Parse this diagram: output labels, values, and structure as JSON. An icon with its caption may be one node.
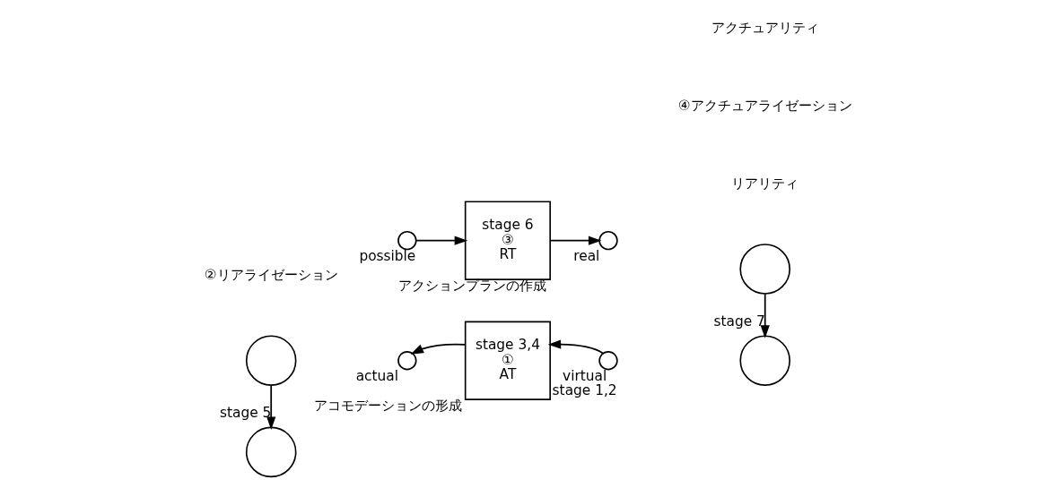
{
  "diagram": {
    "nodes": [
      {
        "text": [],
        "shape": "circle"
      },
      {
        "text": [],
        "shape": "circle",
        "beside": [
          "possible"
        ]
      },
      {
        "text": [
          "stage 6",
          "③",
          "RT"
        ],
        "beside": [
          "アクションプランの作成"
        ]
      },
      {
        "text": [],
        "shape": "circle",
        "beside": [
          "real"
        ]
      },
      {
        "text": [],
        "shape": "circle"
      },
      {
        "text": [],
        "shape": "circle"
      },
      {
        "text": [],
        "shape": "circle",
        "beside": [
          "virtual",
          "stage 1,2"
        ]
      },
      {
        "text": [
          "stage 3,4",
          "①",
          "AT"
        ],
        "beside": [
          "アコモデーションの形成"
        ]
      },
      {
        "text": [],
        "shape": "circle",
        "beside": [
          "actual"
        ]
      },
      {
        "text": [],
        "shape": "circle"
      }
    ],
    "edges": [
      {
        "from": 1,
        "to": 2,
        "arrow": "to"
      },
      {
        "from": 2,
        "to": 3,
        "arrow": "to"
      },
      {
        "from": 4,
        "to": 5,
        "arrow": "to",
        "label": "stage 7"
      },
      {
        "from": 6,
        "to": 7,
        "arrow": "to"
      },
      {
        "from": 7,
        "to": 8,
        "arrow": "to"
      },
      {
        "from": 9,
        "to": 0,
        "arrow": "to",
        "label": "stage 5"
      }
    ],
    "labels": [
      "リアリティ",
      "②リアライゼーション",
      "④アクチュアライゼーション",
      "アクチュアリティ"
    ]
  }
}
